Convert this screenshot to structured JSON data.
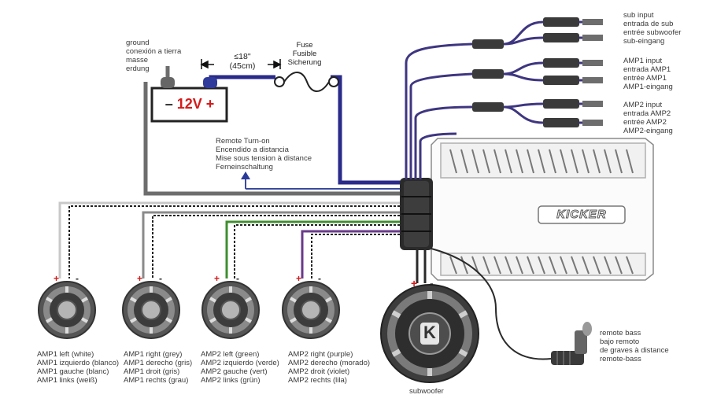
{
  "ground_label": [
    "ground",
    "conexión a tierra",
    "masse",
    "erdung"
  ],
  "battery_label": "12V",
  "battery_minus": "–",
  "battery_plus": "+",
  "distance_label": [
    "≤18\"",
    "(45cm)"
  ],
  "fuse_label": [
    "Fuse",
    "Fusible",
    "Sicherung"
  ],
  "remote_turnon_label": [
    "Remote Turn-on",
    "Encendido a distancia",
    "Mise sous tension à distance",
    "Ferneinschaltung"
  ],
  "sub_input_label": [
    "sub input",
    "entrada de sub",
    "entrée subwoofer",
    "sub-eingang"
  ],
  "amp1_input_label": [
    "AMP1 input",
    "entrada AMP1",
    "entrée AMP1",
    "AMP1-eingang"
  ],
  "amp2_input_label": [
    "AMP2 input",
    "entrada AMP2",
    "entrée AMP2",
    "AMP2-eingang"
  ],
  "brand_logo": "KICKER",
  "speakers": [
    {
      "label": [
        "AMP1 left (white)",
        "AMP1 izquierdo (blanco)",
        "AMP1 gauche (blanc)",
        "AMP1 links (weiß)"
      ],
      "wire_color": "#bdbdbd"
    },
    {
      "label": [
        "AMP1 right (grey)",
        "AMP1 derecho (gris)",
        "AMP1 droit (gris)",
        "AMP1 rechts (grau)"
      ],
      "wire_color": "#7a7a7a"
    },
    {
      "label": [
        "AMP2 left (green)",
        "AMP2 izquierdo (verde)",
        "AMP2 gauche (vert)",
        "AMP2 links (grün)"
      ],
      "wire_color": "#3f8f2f"
    },
    {
      "label": [
        "AMP2 right (purple)",
        "AMP2 derecho (morado)",
        "AMP2 droit (violet)",
        "AMP2 rechts (lila)"
      ],
      "wire_color": "#6a3a8a"
    }
  ],
  "speaker_plus": "+",
  "speaker_minus": "-",
  "subwoofer_label": "subwoofer",
  "subwoofer_logo": "K",
  "remote_bass_label": [
    "remote bass",
    "bajo remoto",
    "de graves à distance",
    "remote-bass"
  ],
  "colors": {
    "power_wire": "#2a2a8a",
    "ground_wire": "#6d6d6d",
    "rca_wire": "#4a3a9a",
    "rca_wire_dark": "#333333",
    "red": "#d41a1a",
    "amp_outline": "#777777"
  }
}
